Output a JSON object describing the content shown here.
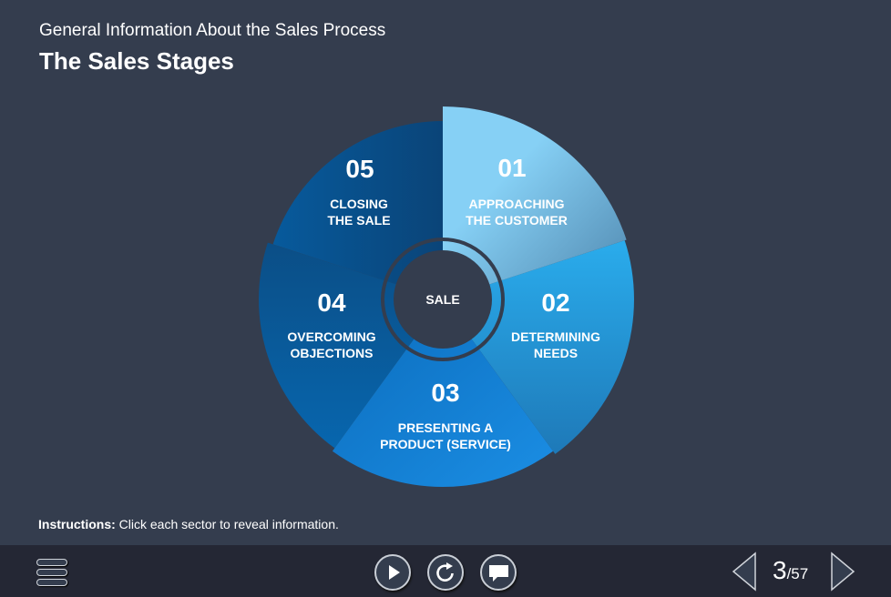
{
  "header": {
    "subtitle": "General Information About the Sales Process",
    "title": "The Sales Stages"
  },
  "wheel": {
    "center_label": "SALE",
    "sectors": [
      {
        "number": "01",
        "line1": "APPROACHING",
        "line2": "THE CUSTOMER",
        "color_start": "#86d0f5",
        "color_end": "#5a8fb8"
      },
      {
        "number": "02",
        "line1": "DETERMINING",
        "line2": "NEEDS",
        "color_start": "#2aabea",
        "color_end": "#1f7fbf"
      },
      {
        "number": "03",
        "line1": "PRESENTING A",
        "line2": "PRODUCT (SERVICE)",
        "color_start": "#1a8ae0",
        "color_end": "#0a6bbf"
      },
      {
        "number": "04",
        "line1": "OVERCOMING",
        "line2": "OBJECTIONS",
        "color_start": "#0661a8",
        "color_end": "#0c4f8a"
      },
      {
        "number": "05",
        "line1": "CLOSING",
        "line2": "THE SALE",
        "color_start": "#0a4b80",
        "color_end": "#075a9c"
      }
    ]
  },
  "instructions": {
    "label": "Instructions:",
    "text": " Click each sector to reveal information."
  },
  "footer": {
    "menu_icon": "hamburger-menu-icon",
    "controls": [
      "play-icon",
      "replay-icon",
      "comment-icon"
    ],
    "page_current": "3",
    "page_total": "/57",
    "prev_icon": "triangle-left-icon",
    "next_icon": "triangle-right-icon"
  }
}
